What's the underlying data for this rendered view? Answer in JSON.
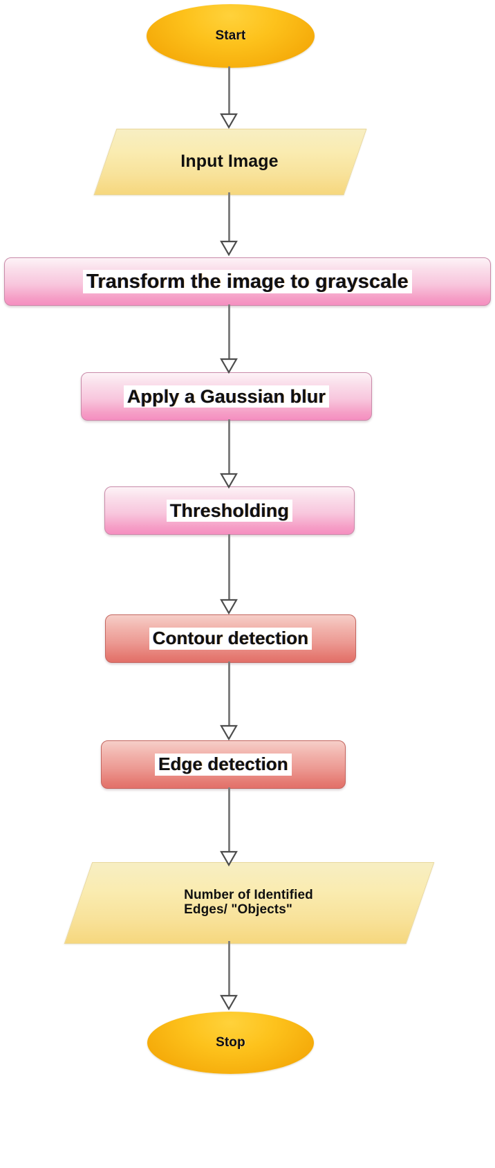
{
  "diagram": {
    "title": "Image processing object counting flowchart",
    "orientation": "top-to-bottom",
    "background_color": "#ffffff",
    "connector_color": "#7e7e7e"
  },
  "nodes": [
    {
      "id": "start",
      "label": "Start",
      "shape": "ellipse",
      "role": "terminator",
      "fill": "#fcc11b"
    },
    {
      "id": "input-image",
      "label": "Input Image",
      "shape": "parallelogram",
      "role": "input",
      "fill": "#f8e6a8"
    },
    {
      "id": "grayscale",
      "label": "Transform the image to grayscale",
      "shape": "rounded-rectangle",
      "role": "process",
      "fill": "#f7c5dc"
    },
    {
      "id": "gaussian-blur",
      "label": "Apply a Gaussian blur",
      "shape": "rounded-rectangle",
      "role": "process",
      "fill": "#f7c5dc"
    },
    {
      "id": "thresholding",
      "label": "Thresholding",
      "shape": "rounded-rectangle",
      "role": "process",
      "fill": "#f7c5dc"
    },
    {
      "id": "contour-detection",
      "label": "Contour detection",
      "shape": "rounded-rectangle",
      "role": "process",
      "fill": "#ea938c"
    },
    {
      "id": "edge-detection",
      "label": "Edge detection",
      "shape": "rounded-rectangle",
      "role": "process",
      "fill": "#ea938c"
    },
    {
      "id": "output-count",
      "label": "Number of Identified\nEdges/ \"Objects\"",
      "shape": "parallelogram",
      "role": "output",
      "fill": "#f8e6a8"
    },
    {
      "id": "stop",
      "label": "Stop",
      "shape": "ellipse",
      "role": "terminator",
      "fill": "#fcc11b"
    }
  ],
  "edges": [
    {
      "from": "start",
      "to": "input-image",
      "label": ""
    },
    {
      "from": "input-image",
      "to": "grayscale",
      "label": ""
    },
    {
      "from": "grayscale",
      "to": "gaussian-blur",
      "label": ""
    },
    {
      "from": "gaussian-blur",
      "to": "thresholding",
      "label": ""
    },
    {
      "from": "thresholding",
      "to": "contour-detection",
      "label": ""
    },
    {
      "from": "contour-detection",
      "to": "edge-detection",
      "label": ""
    },
    {
      "from": "edge-detection",
      "to": "output-count",
      "label": ""
    },
    {
      "from": "output-count",
      "to": "stop",
      "label": ""
    }
  ]
}
